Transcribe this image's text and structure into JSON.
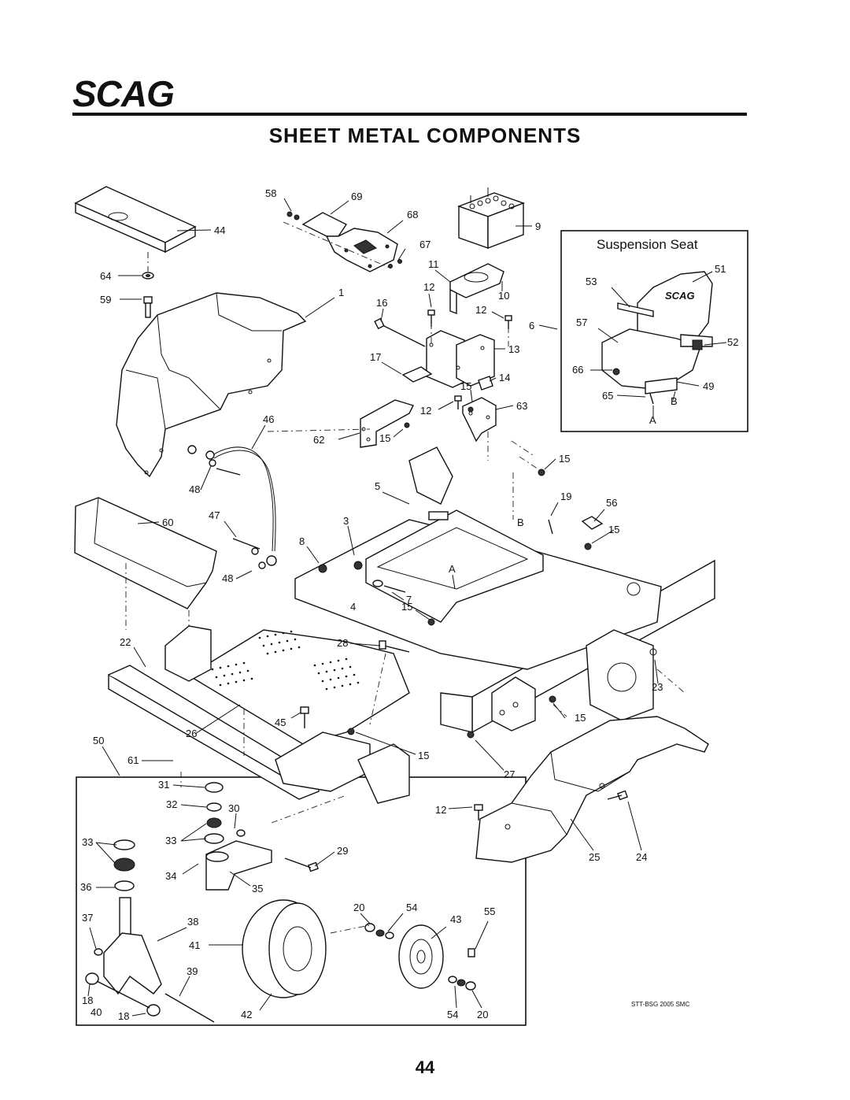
{
  "logo": {
    "brand": "SCAG"
  },
  "title": "SHEET  METAL  COMPONENTS",
  "inset": {
    "suspension_seat_title": "Suspension Seat"
  },
  "reference_code": "STT-BSG 2005 SMC",
  "page_number": "44",
  "callouts": {
    "c58": "58",
    "c69": "69",
    "c68": "68",
    "c9": "9",
    "c44": "44",
    "c67": "67",
    "c11": "11",
    "c64": "64",
    "c59": "59",
    "c1": "1",
    "c12a": "12",
    "c16": "16",
    "c10": "10",
    "c12b": "12",
    "c6": "6",
    "c13": "13",
    "c17": "17",
    "c14": "14",
    "c15a": "15",
    "c12c": "12",
    "c63": "63",
    "c46": "46",
    "c62": "62",
    "c15b": "15",
    "c15c": "15",
    "c48a": "48",
    "c5": "5",
    "c19": "19",
    "c56": "56",
    "c60": "60",
    "c47": "47",
    "c3": "3",
    "cB1": "B",
    "c15d": "15",
    "c8": "8",
    "cA1": "A",
    "c48b": "48",
    "c7": "7",
    "c4": "4",
    "c15e": "15",
    "c22": "22",
    "c28": "28",
    "c23": "23",
    "c45": "45",
    "c15f": "15",
    "c26": "26",
    "c50": "50",
    "c61": "61",
    "c15g": "15",
    "c27": "27",
    "c31": "31",
    "c32": "32",
    "c30": "30",
    "c12d": "12",
    "c33a": "33",
    "c33b": "33",
    "c29": "29",
    "c25": "25",
    "c24": "24",
    "c34": "34",
    "c36": "36",
    "c35": "35",
    "c20a": "20",
    "c54a": "54",
    "c37": "37",
    "c38": "38",
    "c43": "43",
    "c55": "55",
    "c41": "41",
    "c39": "39",
    "c18a": "18",
    "c40": "40",
    "c18b": "18",
    "c42": "42",
    "c54b": "54",
    "c20b": "20",
    "s51": "51",
    "s53": "53",
    "s57": "57",
    "s52": "52",
    "s66": "66",
    "s49": "49",
    "s65": "65",
    "sB": "B",
    "sA": "A"
  }
}
